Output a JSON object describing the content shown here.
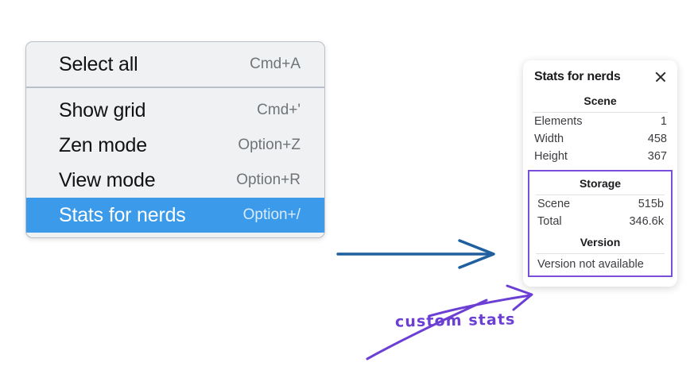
{
  "context_menu": {
    "name": "Context menu",
    "sections": [
      {
        "items": [
          {
            "label": "Select all",
            "shortcut": "Cmd+A",
            "selected": false
          }
        ]
      },
      {
        "items": [
          {
            "label": "Show grid",
            "shortcut": "Cmd+'",
            "selected": false
          },
          {
            "label": "Zen mode",
            "shortcut": "Option+Z",
            "selected": false
          },
          {
            "label": "View mode",
            "shortcut": "Option+R",
            "selected": false
          },
          {
            "label": "Stats for nerds",
            "shortcut": "Option+/",
            "selected": true
          }
        ]
      }
    ]
  },
  "stats_panel": {
    "title": "Stats for nerds",
    "close_icon": "close-icon",
    "scene": {
      "heading": "Scene",
      "rows": [
        {
          "key": "Elements",
          "value": "1"
        },
        {
          "key": "Width",
          "value": "458"
        },
        {
          "key": "Height",
          "value": "367"
        }
      ]
    },
    "storage": {
      "heading": "Storage",
      "rows": [
        {
          "key": "Scene",
          "value": "515b"
        },
        {
          "key": "Total",
          "value": "346.6k"
        }
      ]
    },
    "version": {
      "heading": "Version",
      "text": "Version not available"
    }
  },
  "annotations": {
    "handwriting_label": "custom stats",
    "blue_arrow": "arrow-right-icon",
    "purple_arrow": "arrow-pointer-icon"
  },
  "colors": {
    "menu_background": "#f0f1f3",
    "menu_border": "#b9c0c9",
    "selection_blue": "#3b9bea",
    "highlight_purple": "#7a4ddb",
    "annotation_purple": "#6b3fd4",
    "annotation_blue": "#1f5fa0",
    "panel_background": "#ffffff"
  }
}
